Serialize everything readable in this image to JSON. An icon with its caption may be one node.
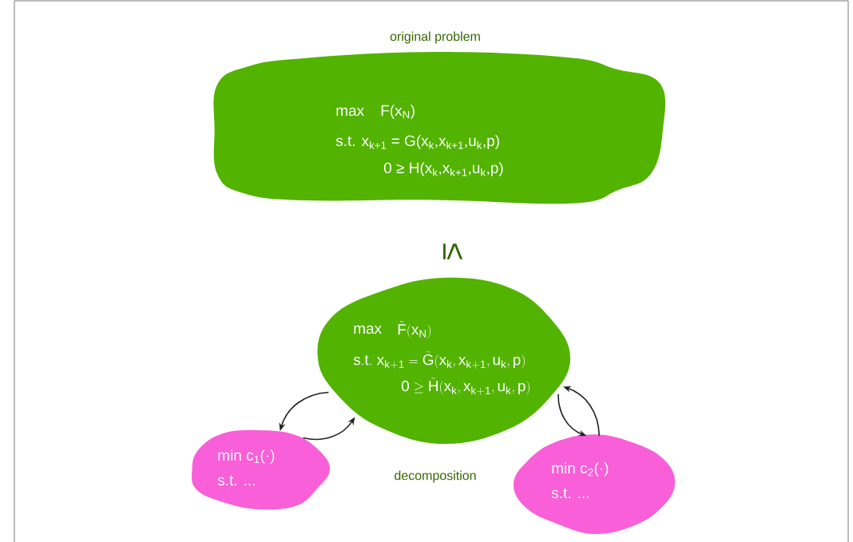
{
  "diagram": {
    "nodes": [
      {
        "text": [
          "original problem",
          "max",
          "F(x$_{N}$)",
          "s.t. x$_{k+1}$ = G(x$_{k}$,x$_{k+1}$,u$_{k}$,p)",
          "0 ≥ H(x$_{k}$,x$_{k+1}$,u$_{k}$,p)"
        ]
      },
      {
        "text": [
          "max",
          "\\tilde{\\mathrm{F}}(\\mathrm{x}_{\\mathrm{N}})",
          "\\mathrm{s.t.\\ x}_{\\mathrm{k+1}} = \\tilde{\\mathrm{G}}(\\mathrm{x}_{\\mathrm{k}},\\mathrm{x}_{\\mathrm{k+1}},\\mathrm{u}_{\\mathrm{k}},\\mathrm{p})",
          "\\mathrm{0} \\geq \\tilde{\\mathrm{H}}(\\mathrm{x}_{\\mathrm{k}},\\mathrm{x}_{\\mathrm{k+1}},\\mathrm{u}_{\\mathrm{k}},\\mathrm{p})"
        ]
      },
      {
        "text": [
          "min c$_{1}$(·)",
          "s.t. ..."
        ]
      },
      {
        "text": [
          "min c$_{2}$(·)",
          "s.t. ..."
        ]
      }
    ],
    "edges": [
      {
        "from": 1,
        "to": 2,
        "arrow": "to"
      },
      {
        "from": 2,
        "to": 1,
        "arrow": "to"
      },
      {
        "from": 1,
        "to": 3,
        "arrow": "to"
      },
      {
        "from": 3,
        "to": 1,
        "arrow": "to"
      }
    ],
    "labels": [
      "≤",
      "decomposition"
    ]
  }
}
